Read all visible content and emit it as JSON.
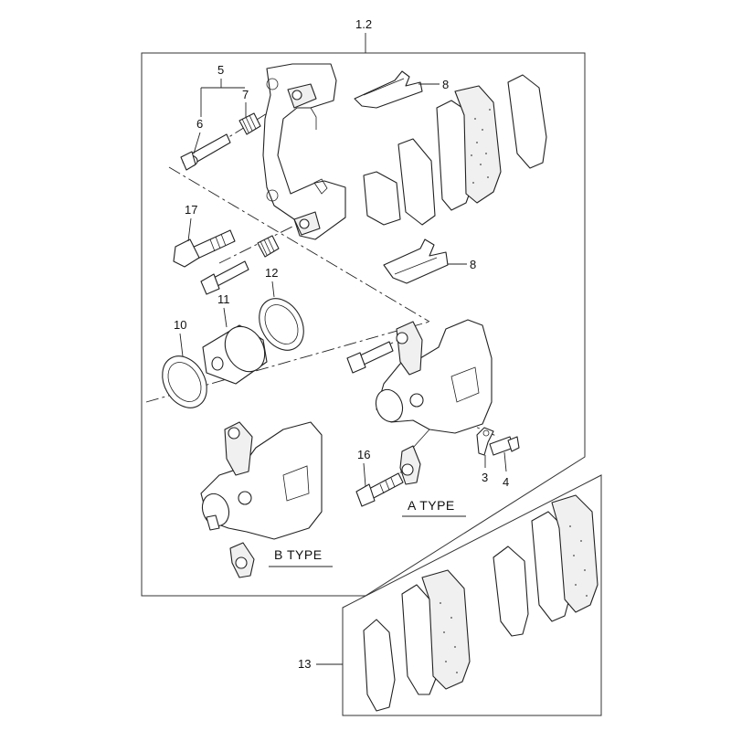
{
  "diagram": {
    "labels": {
      "assembly": "1.2",
      "l5": "5",
      "l6": "6",
      "l7": "7",
      "l8a": "8",
      "l8b": "8",
      "l17": "17",
      "l12": "12",
      "l11": "11",
      "l10": "10",
      "l3": "3",
      "l4": "4",
      "l16": "16",
      "l13": "13"
    },
    "types": {
      "a": "A TYPE",
      "b": "B TYPE"
    }
  }
}
